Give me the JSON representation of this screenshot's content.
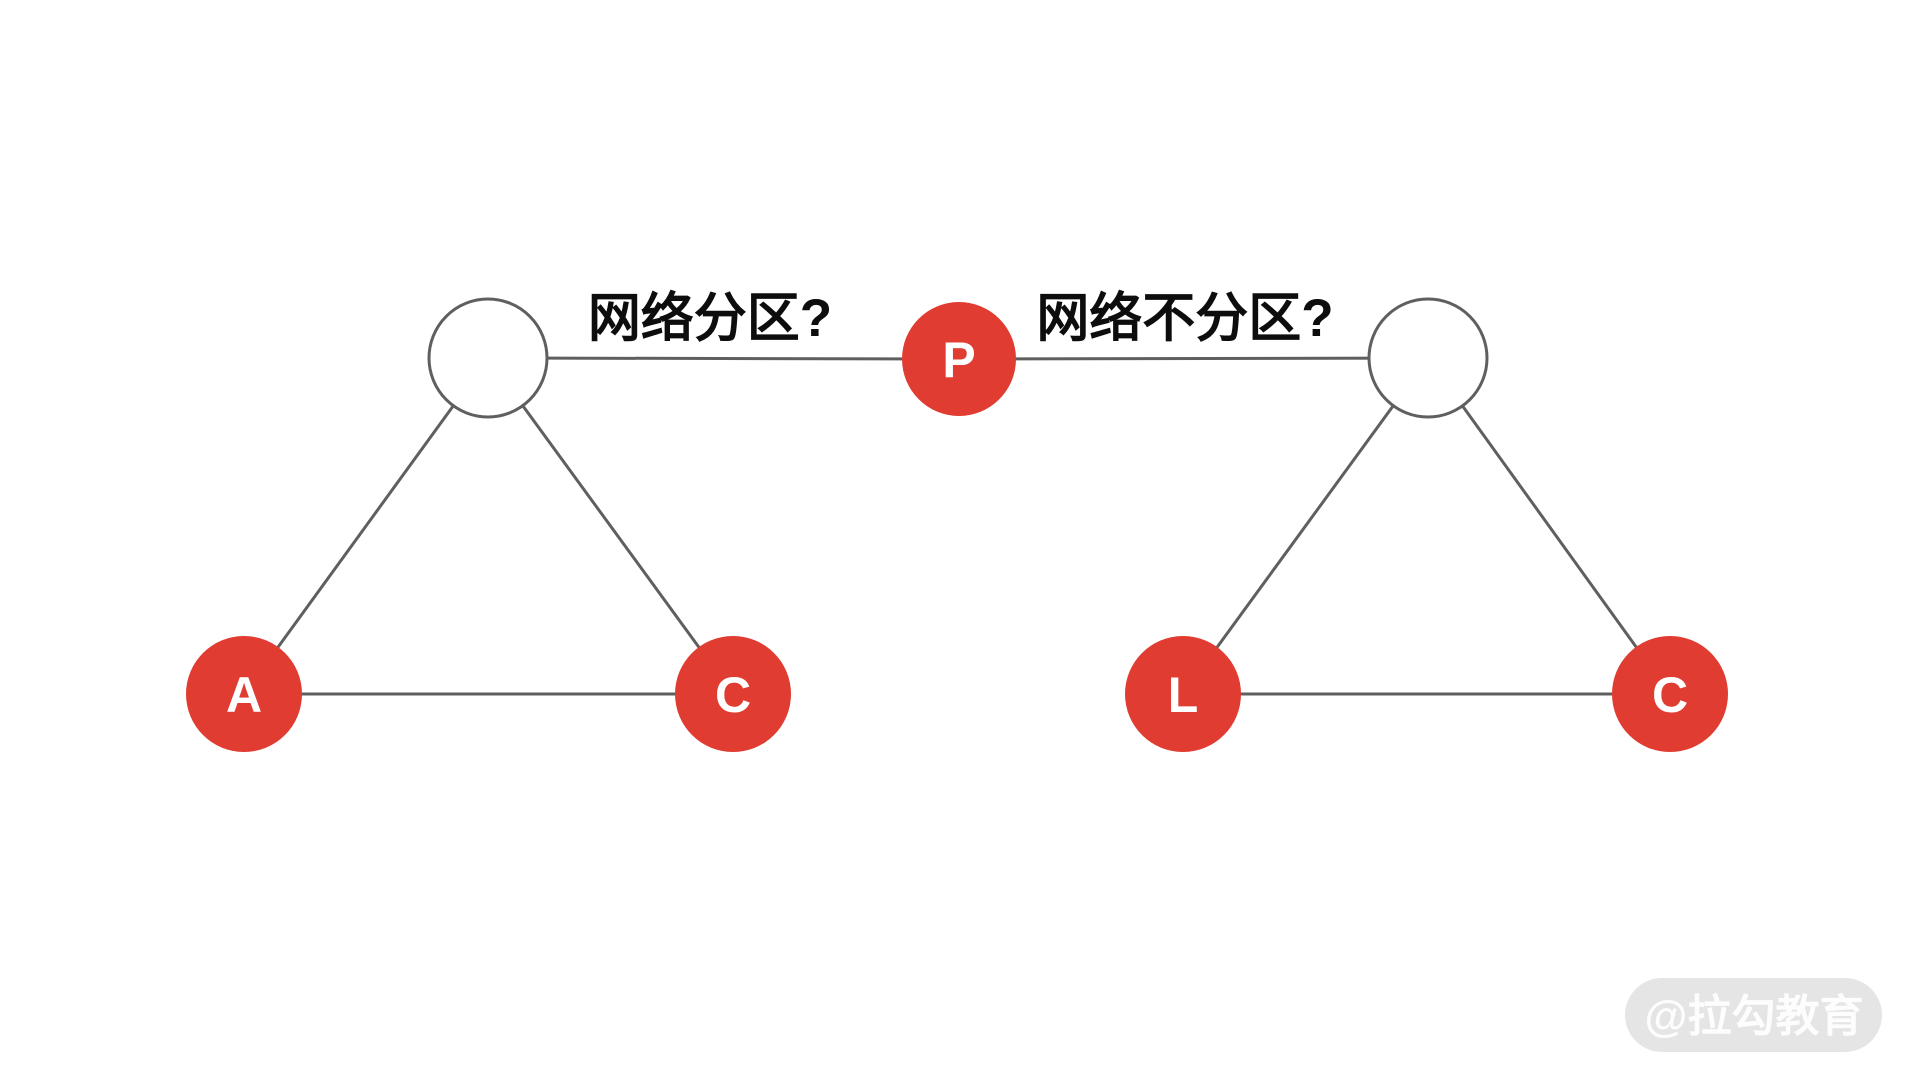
{
  "diagram": {
    "title_semantic": "CAP theorem network partition diagram",
    "nodes": {
      "left_top": {
        "label": "",
        "type": "empty"
      },
      "a": {
        "label": "A",
        "type": "filled"
      },
      "c_left": {
        "label": "C",
        "type": "filled"
      },
      "p": {
        "label": "P",
        "type": "filled"
      },
      "right_top": {
        "label": "",
        "type": "empty"
      },
      "l": {
        "label": "L",
        "type": "filled"
      },
      "c_right": {
        "label": "C",
        "type": "filled"
      }
    },
    "edge_labels": {
      "partition": "网络分区?",
      "no_partition": "网络不分区?"
    }
  },
  "watermark": {
    "text": "@拉勾教育"
  },
  "colors": {
    "background": "#ffffff",
    "node_fill": "#e03c31",
    "node_text": "#ffffff",
    "line": "#5f5f5f",
    "label_text": "#0d0d0d",
    "watermark_bg": "#e5e5e5",
    "watermark_text": "#fdfdfd"
  }
}
